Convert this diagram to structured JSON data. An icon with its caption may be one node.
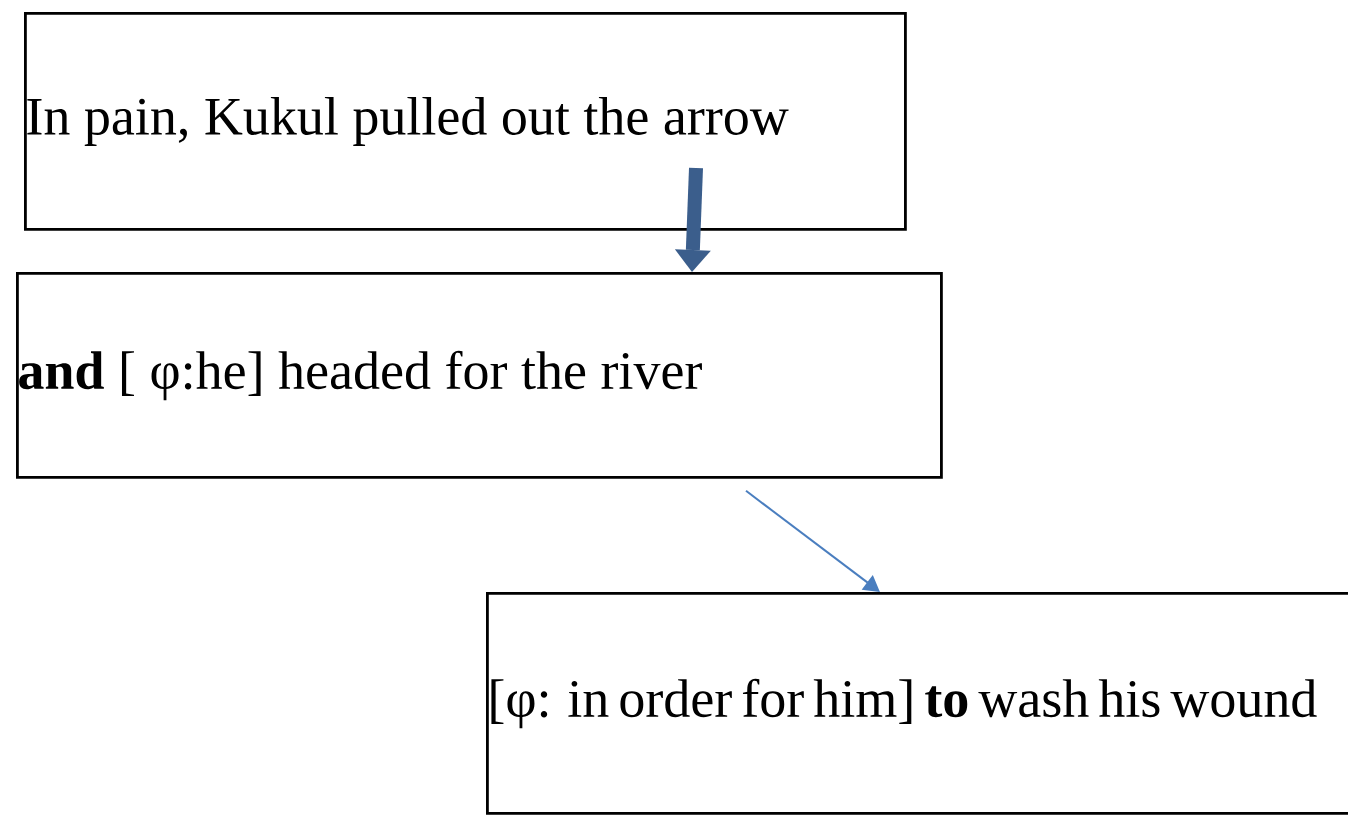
{
  "diagram": {
    "nodes": [
      {
        "text": [
          "In pain, Kukul pulled out the arrow"
        ]
      },
      {
        "text": [
          "**and** [ φ:he] headed for the river"
        ]
      },
      {
        "text": [
          "[φ: in order for him] **to** wash his wound"
        ]
      }
    ],
    "edges": [
      {
        "from": 0,
        "to": 1,
        "arrow": "to",
        "style": "thick",
        "color": "#3b5e8c"
      },
      {
        "from": 1,
        "to": 2,
        "arrow": "to",
        "color": "#4a7ebf"
      }
    ]
  }
}
